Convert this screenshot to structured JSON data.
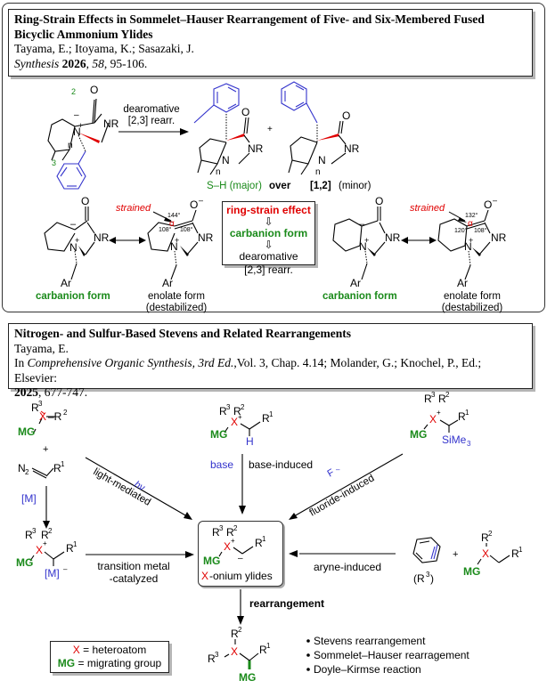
{
  "references": [
    {
      "title": "Ring-Strain Effects in Sommelet–Hauser Rearrangement of Five- and Six-Membered Fused Bicyclic Ammonium Ylides",
      "authors": "Tayama, E.; Itoyama, K.; Sasazaki, J.",
      "journal": "Synthesis",
      "year": "2026",
      "volume": "58",
      "pages": ", 95-106."
    },
    {
      "title": "Nitrogen- and Sulfur-Based Stevens and Related Rearrangements",
      "authors": "Tayama, E.",
      "prefix": "In ",
      "book": "Comprehensive Organic Synthesis, 3rd Ed.",
      "details": ",Vol. 3, Chap. 4.14; Molander, G.; Knochel, P., Ed.; Elsevier:",
      "year": "2025",
      "pages": ", 677-747."
    }
  ],
  "scheme1": {
    "arrow_label_1": "dearomative",
    "arrow_label_2": "[2,3] rearr.",
    "position_2": "2",
    "position_3": "3",
    "n": "n",
    "NR": "NR",
    "O": "O",
    "N_plus": "N",
    "plus": "+",
    "product_major": "S–H (major)",
    "over": "over",
    "product_minor_bold": "[1,2]",
    "product_minor": "(minor)",
    "carbanion_form": "carbanion form",
    "enolate_form_1": "enolate form",
    "enolate_form_2": "(destabilized)",
    "strained": "strained",
    "Ar": "Ar",
    "alpha": "α",
    "angles_5": [
      "144°",
      "108°",
      "108°"
    ],
    "angles_6": [
      "132°",
      "120°",
      "108°"
    ],
    "box": {
      "line1": "ring-strain effect",
      "arrow": "⇩",
      "line2": "carbanion form",
      "line3": "dearomative",
      "line4": "[2,3] rearr."
    }
  },
  "scheme2": {
    "R1": "R",
    "R2": "R",
    "R3": "R",
    "X": "X",
    "MG": "MG",
    "H": "H",
    "SiMe3": "SiMe",
    "N2": "N",
    "M": "[M]",
    "F": "F",
    "hv": "hν",
    "light_mediated": "light-mediated",
    "base": "base",
    "base_induced": "base-induced",
    "fluoride_induced": "fluoride-induced",
    "transition_metal_1": "transition metal",
    "transition_metal_2": "-catalyzed",
    "aryne_induced": "aryne-induced",
    "aryne_sub": "(R",
    "ylide_label": "-onium ylides",
    "rearrangement": "rearrangement",
    "legend": {
      "X_def": " = heteroatom",
      "MG_def": " = migrating group"
    },
    "bullets": [
      "Stevens rearrangement",
      "Sommelet–Hauser rearragement",
      "Doyle–Kirmse reaction"
    ]
  },
  "colors": {
    "red": "#e00000",
    "green": "#1a8a1a",
    "blue": "#3333cc"
  }
}
